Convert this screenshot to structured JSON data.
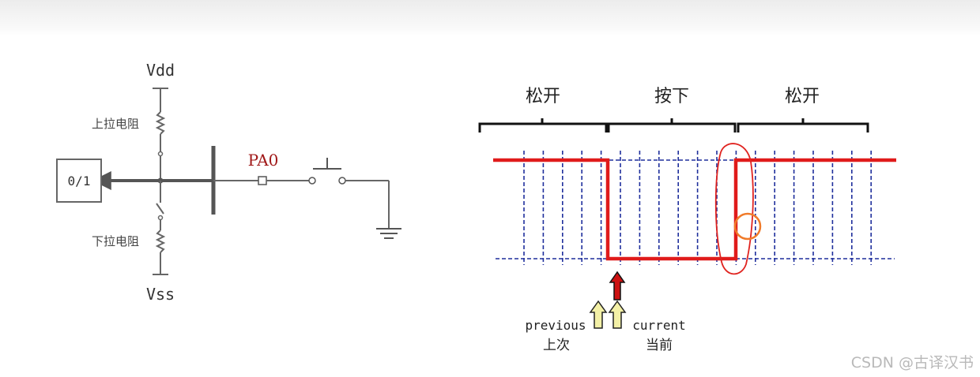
{
  "circuit": {
    "vdd": "Vdd",
    "vss": "Vss",
    "pullup": "上拉电阻",
    "pulldown": "下拉电阻",
    "output": "0/1",
    "pin": "PA0"
  },
  "waveform": {
    "phases": [
      "松开",
      "按下",
      "松开"
    ],
    "previous": "previous",
    "previous_cn": "上次",
    "current": "current",
    "current_cn": "当前"
  },
  "colors": {
    "signal": "#e01b1b",
    "sample_lines": "#1f2f9c",
    "arrow_current": "#cc1111",
    "arrow_previous": "#f3f0a6",
    "pin_label": "#a01818",
    "highlight_circle": "#f07b2a"
  },
  "watermark": "CSDN @古译汉书"
}
